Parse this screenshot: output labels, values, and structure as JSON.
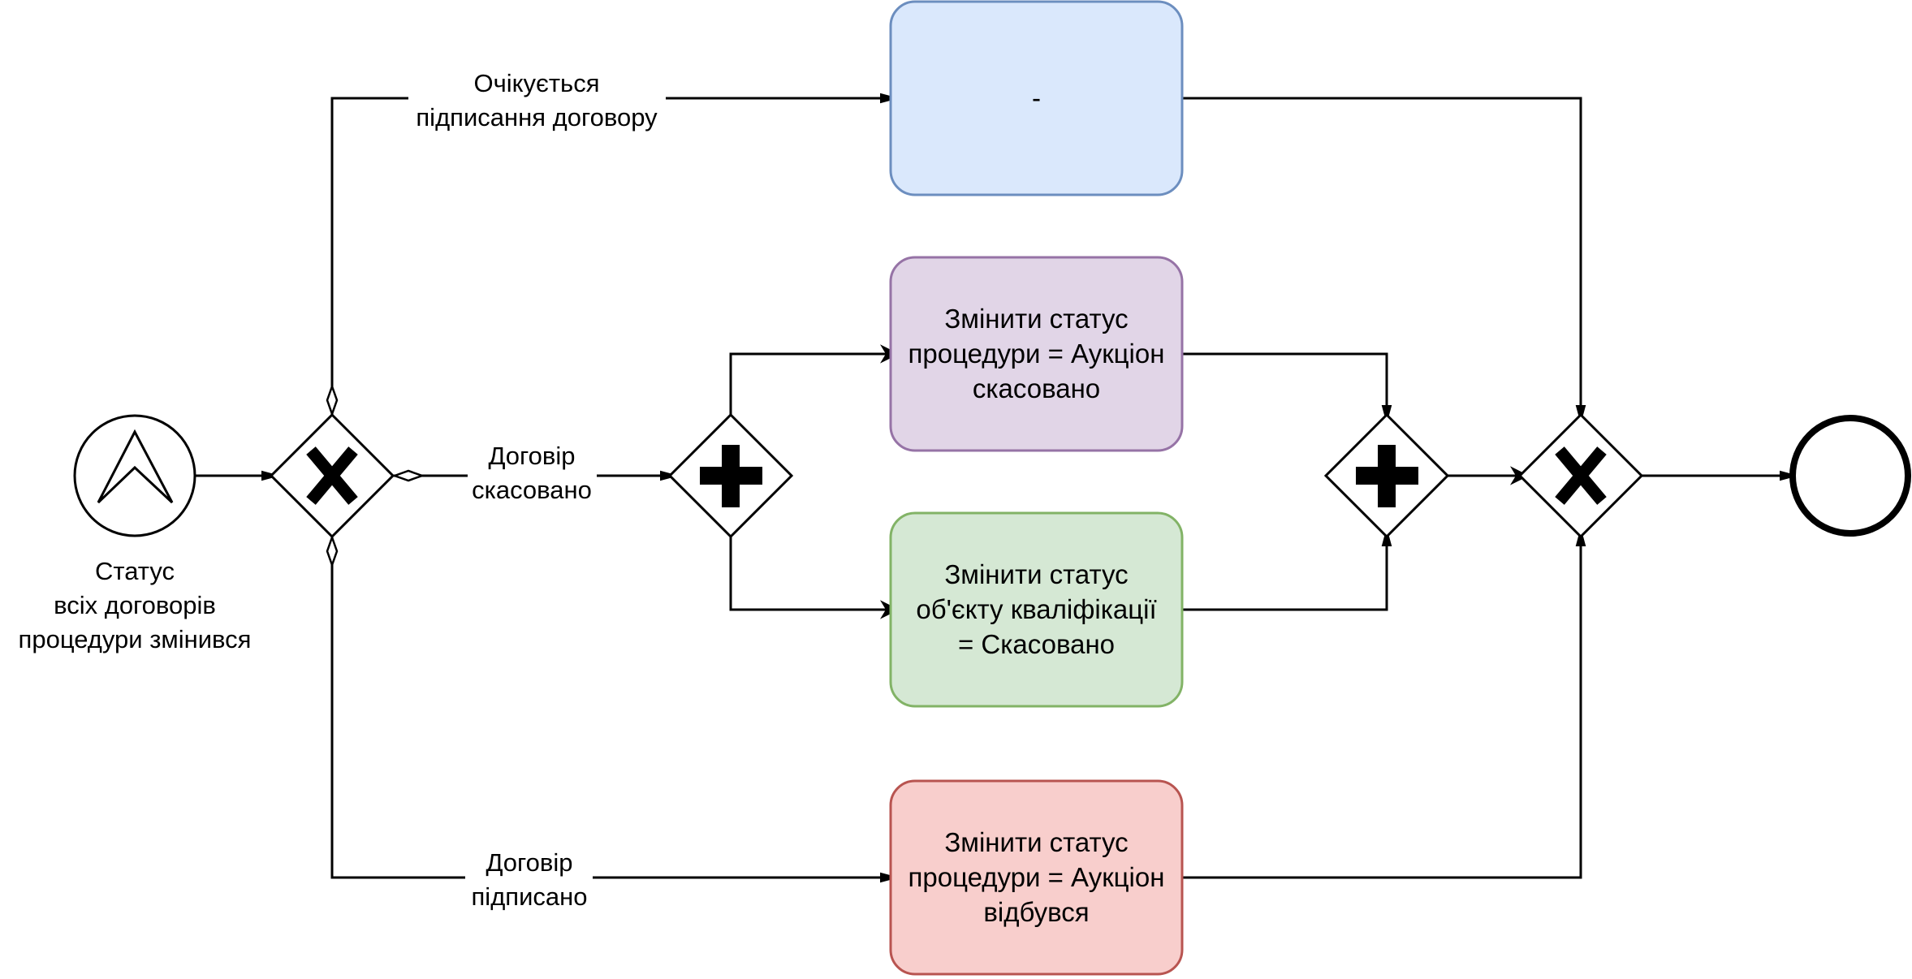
{
  "diagram": {
    "type": "BPMN process",
    "start_event": {
      "kind": "escalation",
      "label_lines": [
        "Статус",
        "всіх договорів",
        "процедури змінився"
      ]
    },
    "gateways": {
      "split_exclusive": {
        "kind": "exclusive",
        "symbol": "X"
      },
      "fork_parallel": {
        "kind": "parallel",
        "symbol": "+"
      },
      "join_parallel": {
        "kind": "parallel",
        "symbol": "+"
      },
      "merge_exclusive": {
        "kind": "exclusive",
        "symbol": "X"
      }
    },
    "tasks": [
      {
        "id": "task-pending",
        "lines": [
          "-"
        ],
        "fill": "#dae8fc",
        "stroke": "#6c8ebf"
      },
      {
        "id": "task-auction-cancelled",
        "lines": [
          "Змінити статус",
          "процедури = Аукціон",
          "скасовано"
        ],
        "fill": "#e1d5e7",
        "stroke": "#9673a6"
      },
      {
        "id": "task-qualification-cancelled",
        "lines": [
          "Змінити статус",
          "об'єкту кваліфікації",
          "= Скасовано"
        ],
        "fill": "#d5e8d4",
        "stroke": "#82b366"
      },
      {
        "id": "task-auction-held",
        "lines": [
          "Змінити статус",
          "процедури = Аукціон",
          "відбувся"
        ],
        "fill": "#f8cecc",
        "stroke": "#b85450"
      }
    ],
    "flow_labels": {
      "awaiting_signing": [
        "Очікується",
        "підписання договору"
      ],
      "contract_cancelled": [
        "Договір",
        "скасовано"
      ],
      "contract_signed": [
        "Договір",
        "підписано"
      ]
    },
    "end_event": {
      "kind": "none",
      "label": ""
    }
  }
}
